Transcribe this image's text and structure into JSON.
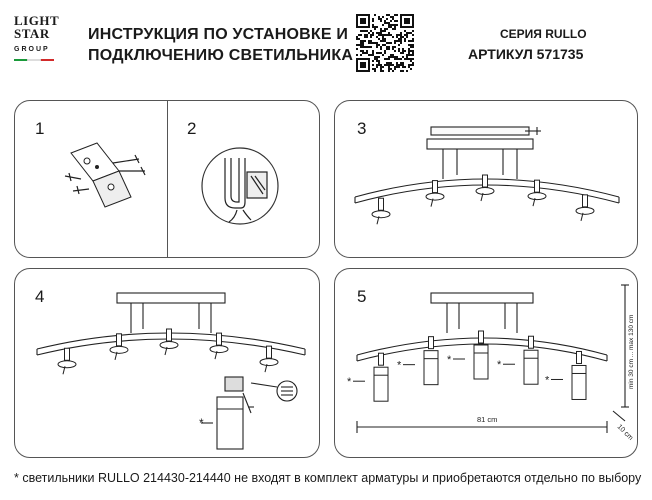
{
  "logo": {
    "line1": "LIGHT",
    "line2": "STAR",
    "line3": "GROUP",
    "flag_colors": [
      "#1a9a3a",
      "#ffffff",
      "#d22a2a"
    ]
  },
  "header": {
    "title_line1": "ИНСТРУКЦИЯ ПО УСТАНОВКЕ И",
    "title_line2": "ПОДКЛЮЧЕНИЮ СВЕТИЛЬНИКА",
    "series": "СЕРИЯ RULLO",
    "article": "АРТИКУЛ 571735"
  },
  "steps": {
    "s1": "1",
    "s2": "2",
    "s3": "3",
    "s4": "4",
    "s5": "5"
  },
  "labels": {
    "star": "*",
    "height_dim": "min 30 cm ... max 130 cm",
    "width_dim": "81 cm",
    "depth_dim": "10 cm"
  },
  "footnote": "* светильники RULLO 214430-214440 не входят в комплект арматуры и приобретаются отдельно по выбору"
}
